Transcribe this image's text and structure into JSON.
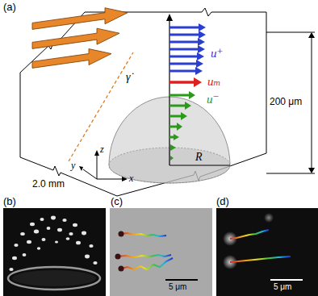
{
  "diagram": {
    "labels": [
      "(a)",
      "γ̇",
      "u⁺",
      "uₘ",
      "u⁻",
      "R",
      "200 μm",
      "2.0 mm",
      "z",
      "y",
      "x",
      "(b)",
      "(c)",
      "5 μm",
      "(d)",
      "5 μm"
    ]
  }
}
